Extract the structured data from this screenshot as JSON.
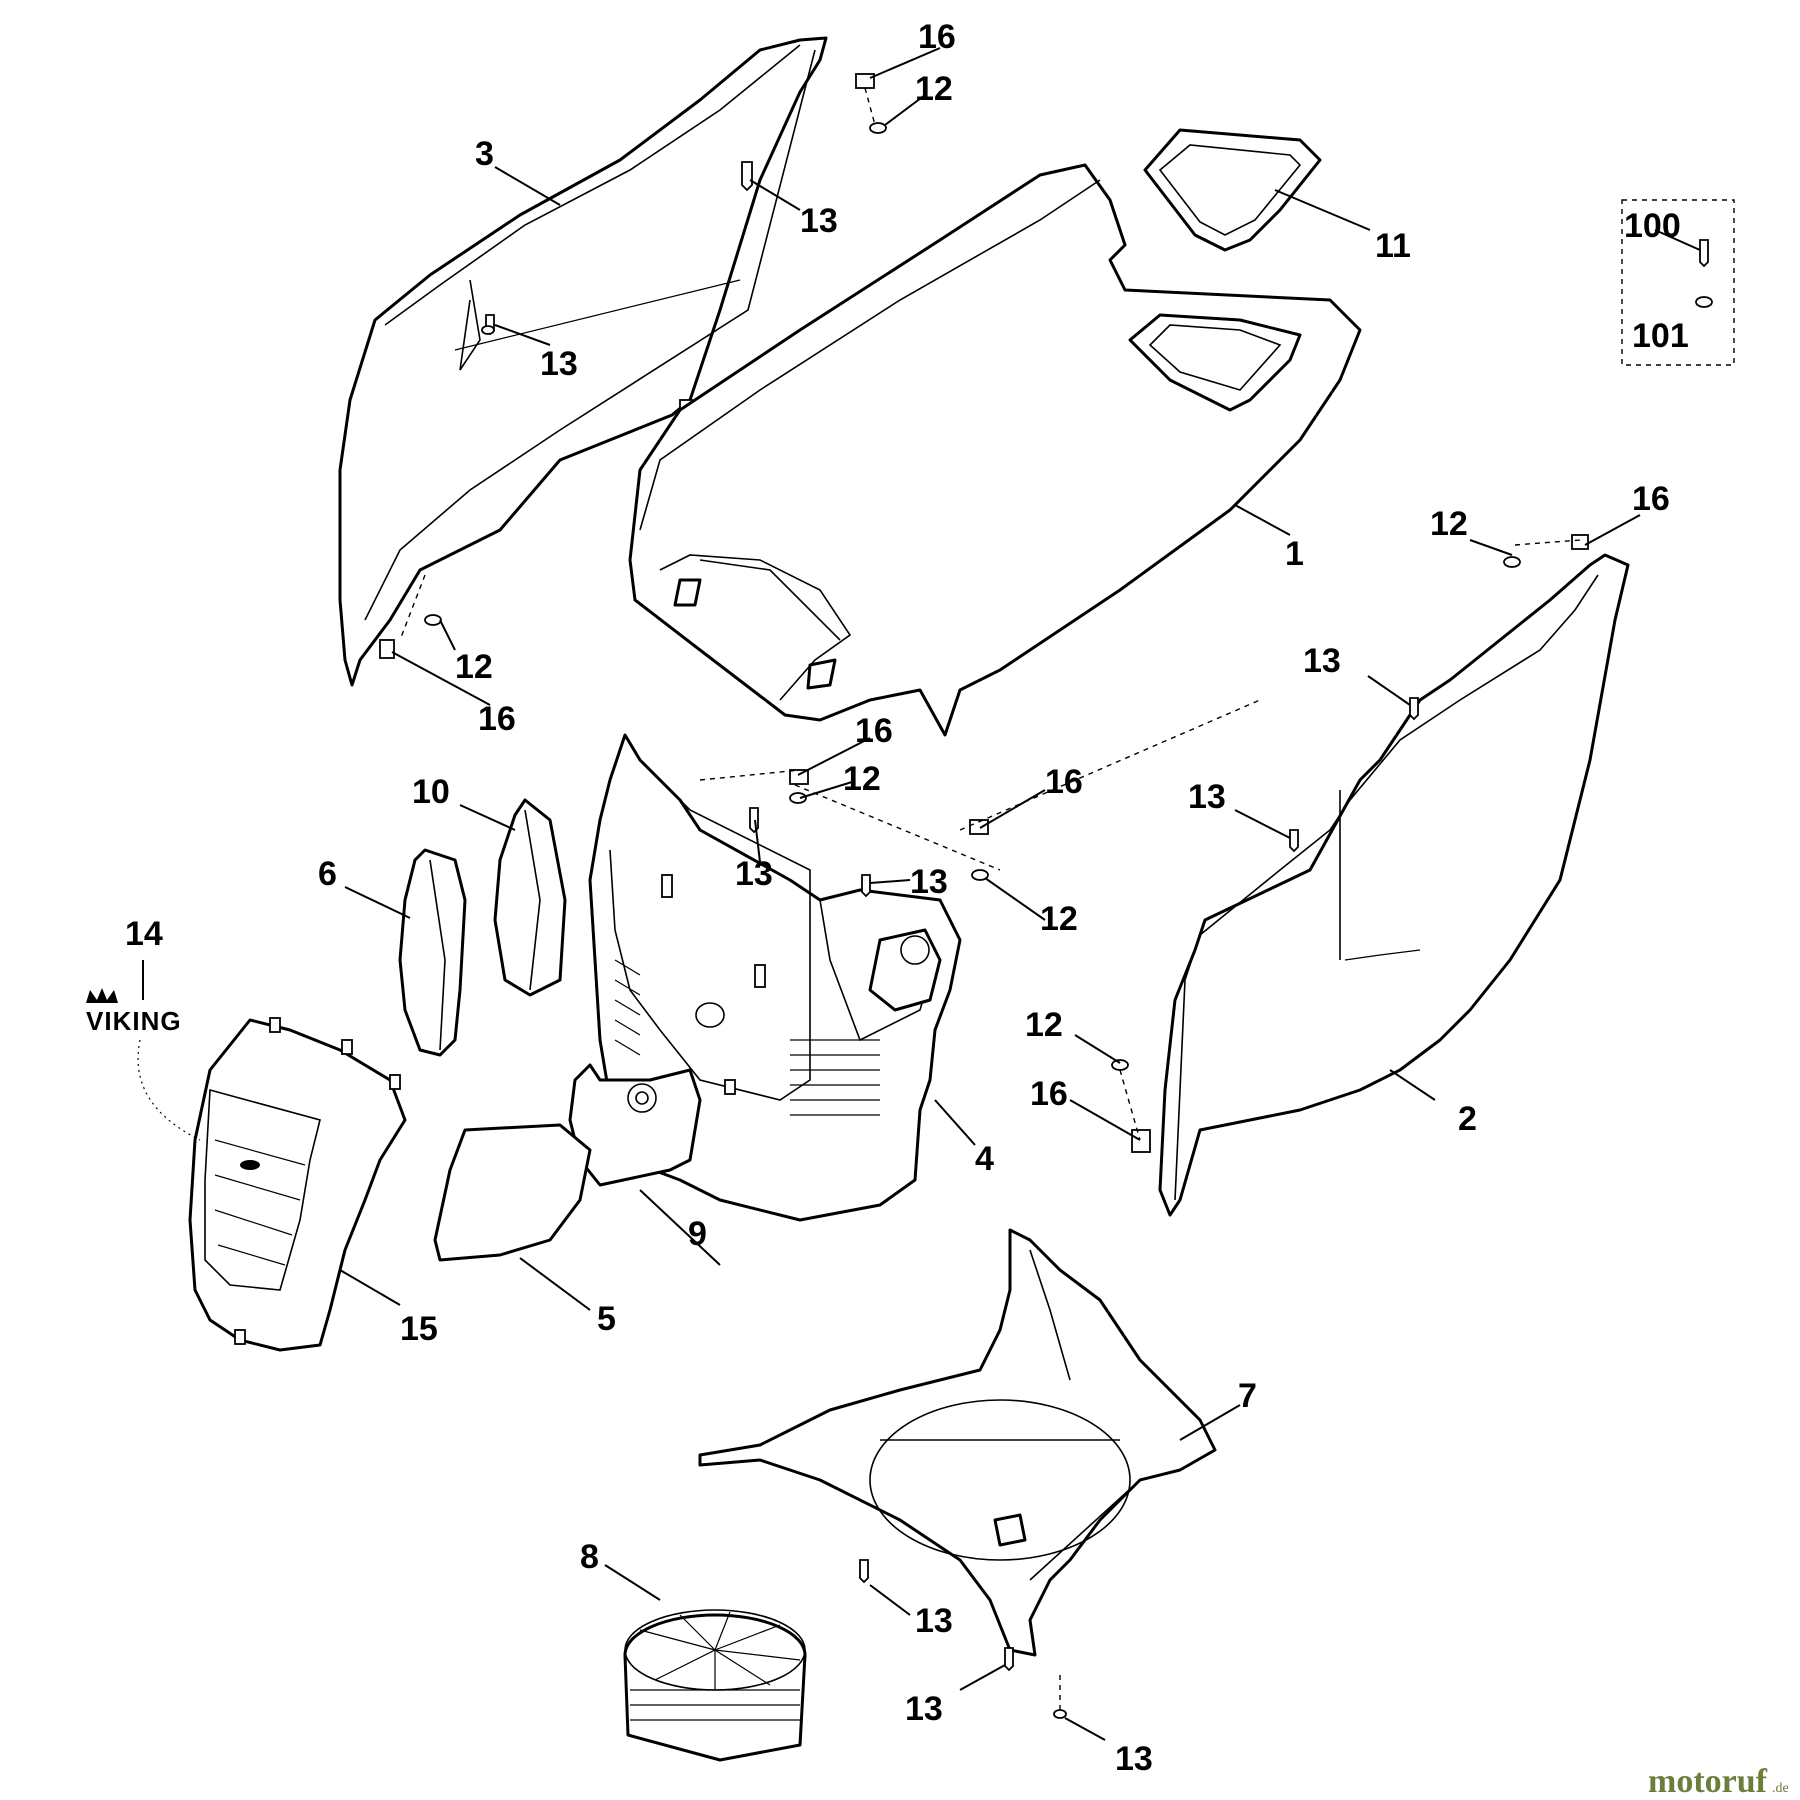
{
  "callouts": {
    "c1": "1",
    "c2": "2",
    "c3": "3",
    "c4": "4",
    "c5": "5",
    "c6": "6",
    "c7": "7",
    "c8": "8",
    "c9": "9",
    "c10": "10",
    "c11": "11",
    "c14": "14",
    "c15": "15",
    "c12_top": "12",
    "c16_top": "16",
    "c13_top": "13",
    "c13_left_panel": "13",
    "c12_left": "12",
    "c16_left": "16",
    "c12_right_top": "12",
    "c16_right_top": "16",
    "c13_right_a": "13",
    "c13_right_b": "13",
    "c12_right_low": "12",
    "c16_right_low": "16",
    "c16_mid_a": "16",
    "c12_mid_a": "12",
    "c13_mid_a": "13",
    "c16_mid_b": "16",
    "c13_mid_b": "13",
    "c12_mid_b": "12",
    "c13_bottom_a": "13",
    "c13_bottom_b": "13",
    "c13_bottom_c": "13",
    "c100": "100",
    "c101": "101"
  },
  "brand_badge": "VIKING",
  "watermark": {
    "name": "motoruf",
    "suffix": ".de"
  }
}
